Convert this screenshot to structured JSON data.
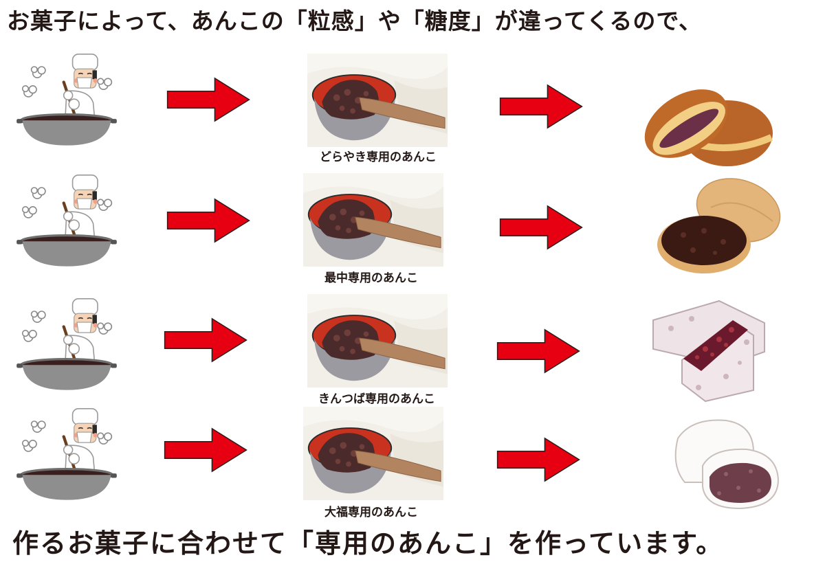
{
  "header": {
    "text": "お菓子によって、あんこの「粒感」や「糖度」が違ってくるので、"
  },
  "footer": {
    "text": "作るお菓子に合わせて「専用のあんこ」を作っています。"
  },
  "rows": [
    {
      "chef_icon": "chef-stirring-pot-icon",
      "anko_photo": "anko-in-red-bowl-photo",
      "caption": "どらやき専用のあんこ",
      "sweet": "dorayaki",
      "sweet_icon": "dorayaki-icon"
    },
    {
      "chef_icon": "chef-stirring-pot-icon",
      "anko_photo": "anko-in-red-bowl-photo",
      "caption": "最中専用のあんこ",
      "sweet": "monaka",
      "sweet_icon": "monaka-icon"
    },
    {
      "chef_icon": "chef-stirring-pot-icon",
      "anko_photo": "anko-in-red-bowl-photo",
      "caption": "きんつば専用のあんこ",
      "sweet": "kintsuba",
      "sweet_icon": "kintsuba-icon"
    },
    {
      "chef_icon": "chef-stirring-pot-icon",
      "anko_photo": "anko-in-red-bowl-photo",
      "caption": "大福専用のあんこ",
      "sweet": "daifuku",
      "sweet_icon": "daifuku-icon"
    }
  ],
  "colors": {
    "text": "#231815",
    "arrow_fill": "#e60012",
    "arrow_stroke": "#2b1a1a",
    "pot": "#8e8e8e",
    "anko": "#3a1f1f",
    "bowl_red": "#c8321e"
  }
}
